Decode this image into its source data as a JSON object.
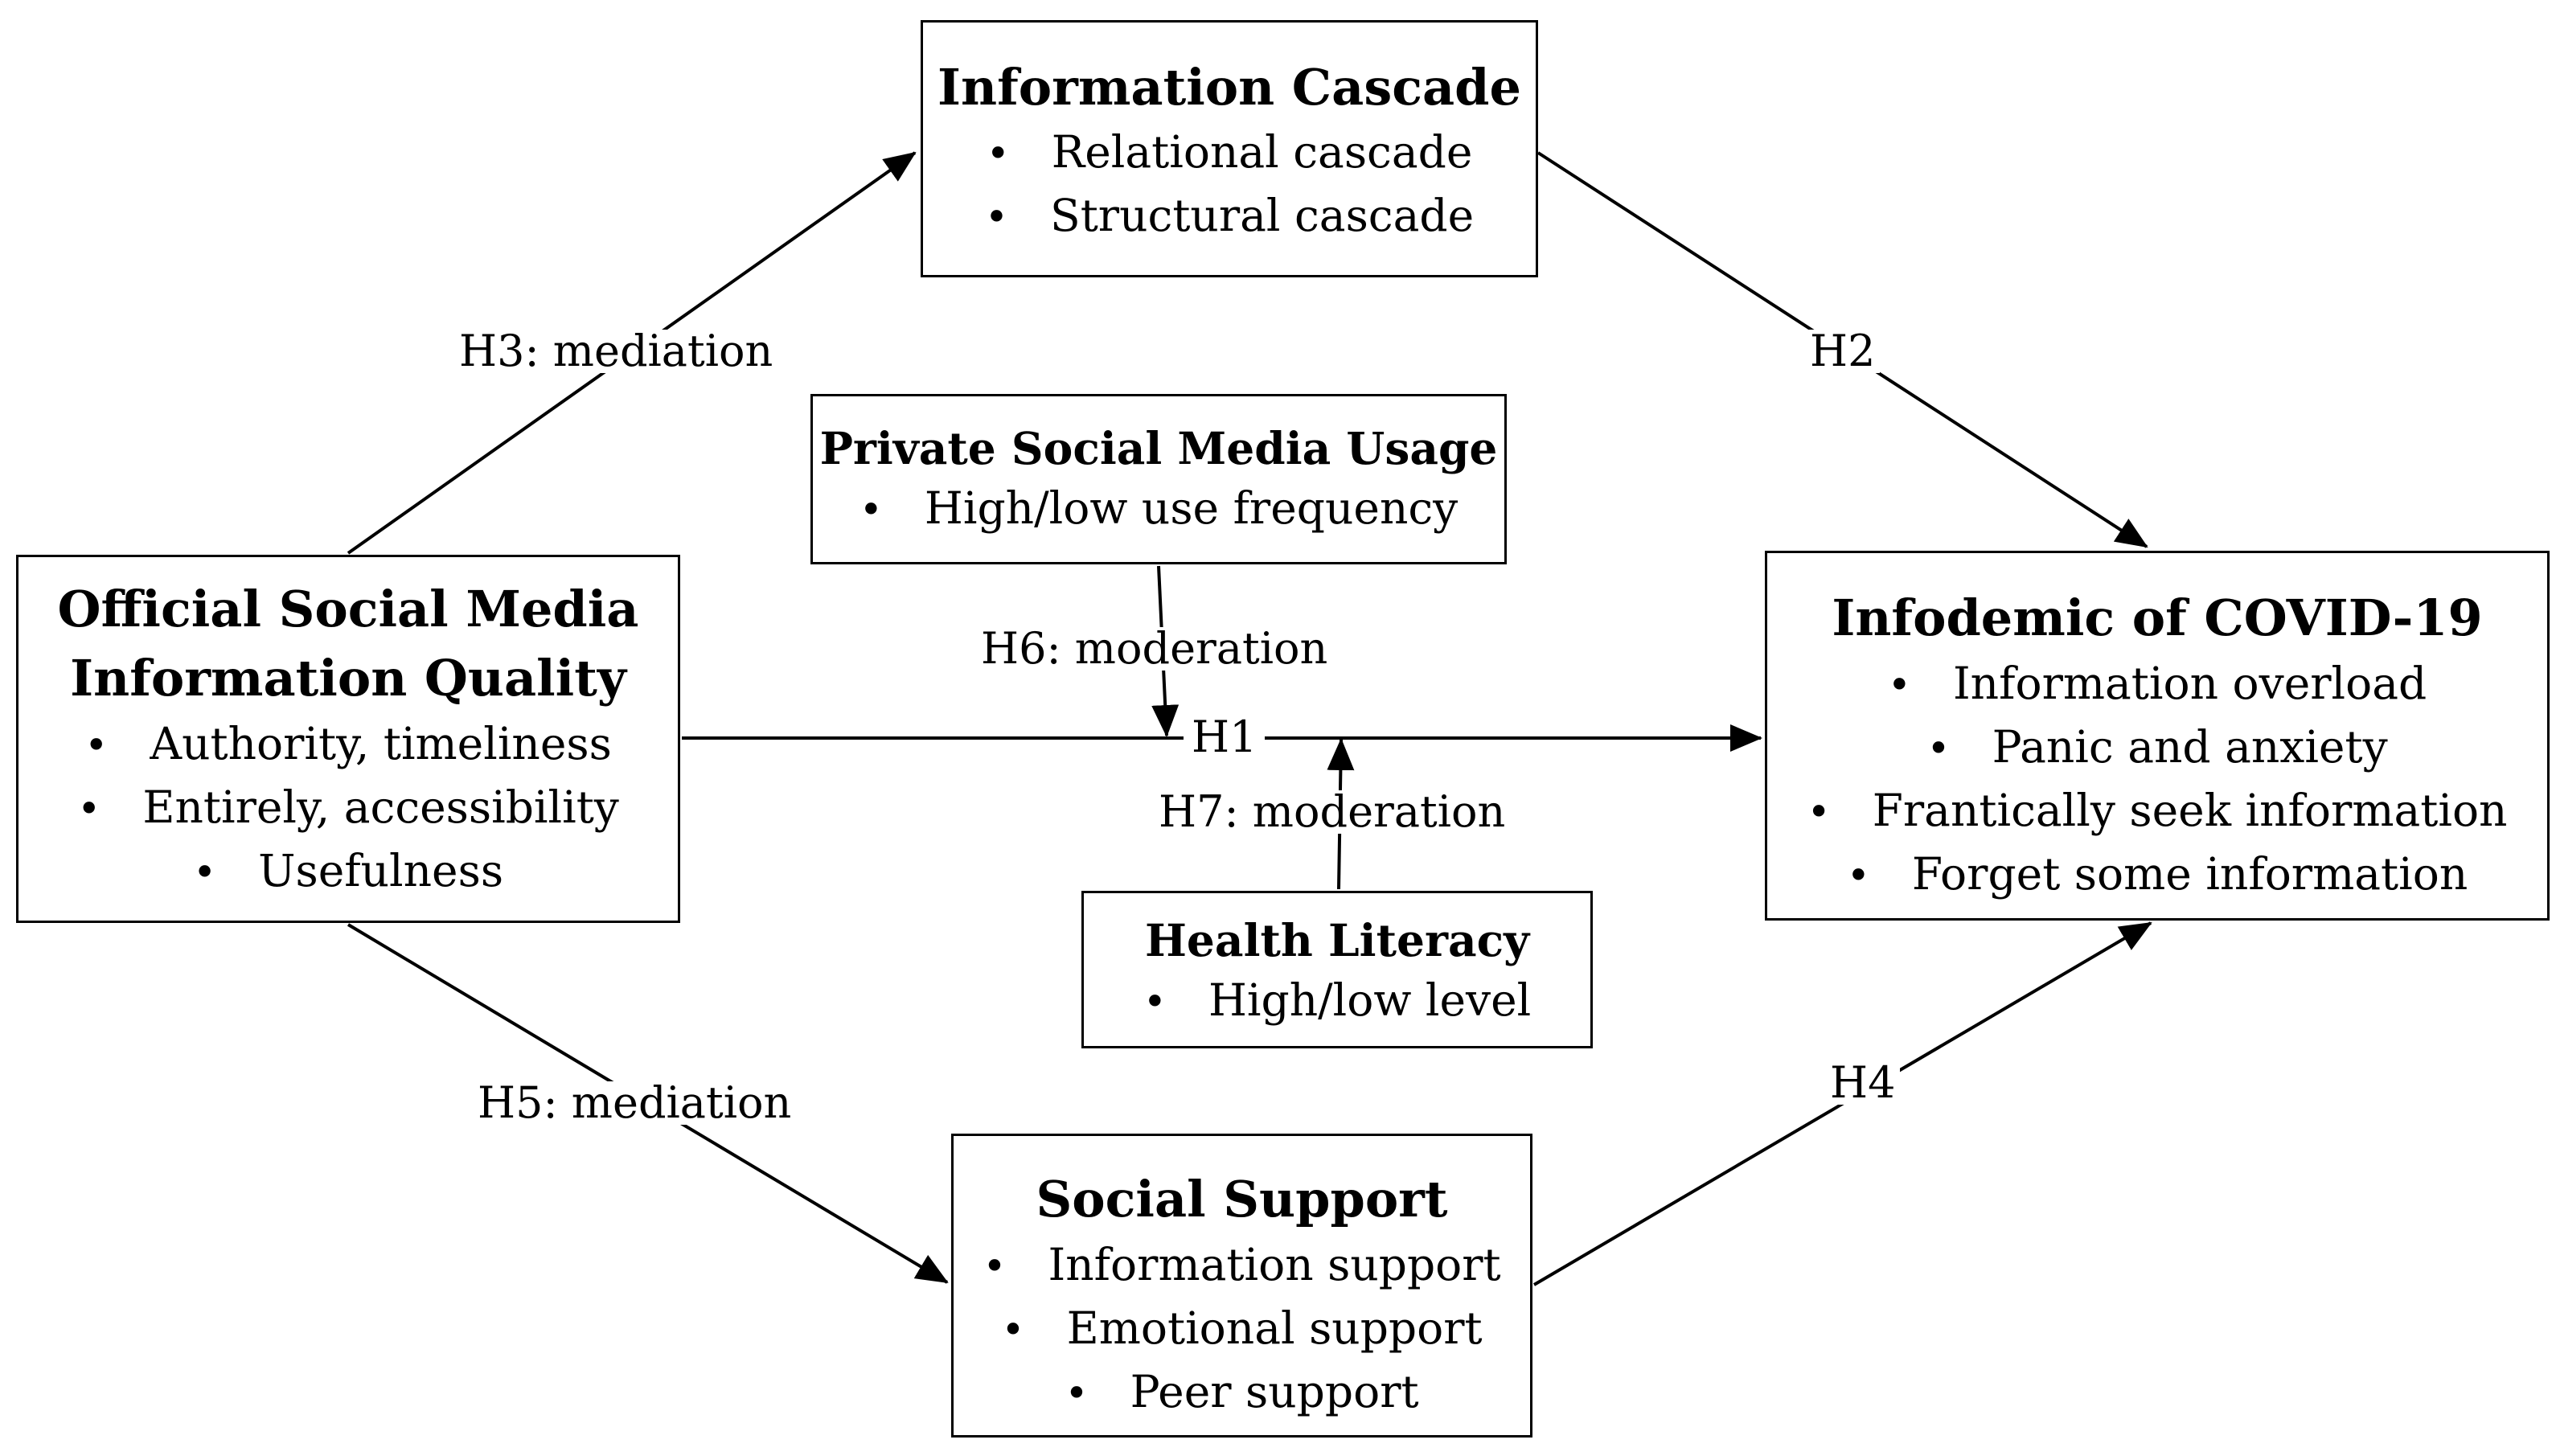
{
  "boxes": {
    "information_cascade": {
      "title": "Information Cascade",
      "items": [
        "Relational cascade",
        "Structural cascade"
      ]
    },
    "official_quality": {
      "title_line1": "Official Social Media",
      "title_line2": "Information Quality",
      "items": [
        "Authority, timeliness",
        "Entirely, accessibility",
        "Usefulness"
      ]
    },
    "infodemic": {
      "title": "Infodemic of COVID-19",
      "items": [
        "Information overload",
        "Panic and anxiety",
        "Frantically seek information",
        "Forget some information"
      ]
    },
    "private_usage": {
      "title": "Private Social Media Usage",
      "items": [
        "High/low use frequency"
      ]
    },
    "health_literacy": {
      "title": "Health Literacy",
      "items": [
        "High/low level"
      ]
    },
    "social_support": {
      "title": "Social Support",
      "items": [
        "Information support",
        "Emotional support",
        "Peer support"
      ]
    }
  },
  "paths": {
    "h1": "H1",
    "h2": "H2",
    "h3": "H3: mediation",
    "h4": "H4",
    "h5": "H5: mediation",
    "h6": "H6: moderation",
    "h7": "H7: moderation"
  },
  "bullet_char": "•"
}
